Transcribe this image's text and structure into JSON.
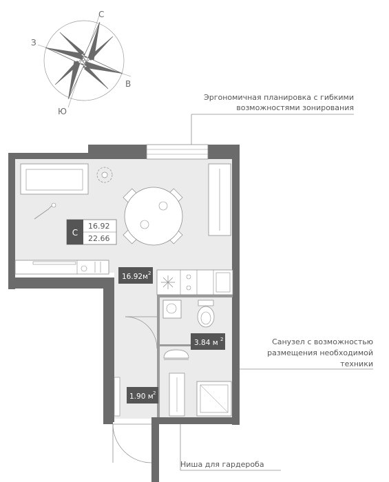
{
  "compass": {
    "north": "С",
    "west": "З",
    "east": "В",
    "south": "Ю"
  },
  "annotations": {
    "layout": [
      "Эргономичная планировка с гибкими",
      "возможностями зонирования"
    ],
    "bathroom": [
      "Санузел с возможностью",
      "размещения необходимой",
      "техники"
    ],
    "niche": "Ниша для гардероба"
  },
  "rooms": {
    "main": {
      "area_value": "16.92м",
      "sup": "2"
    },
    "bathroom": {
      "area_value": "3.84 м",
      "sup": "2"
    },
    "hall": {
      "area_value": "1.90 м",
      "sup": "2"
    }
  },
  "legend": {
    "code": "С",
    "living_area": "16.92",
    "total_area": "22.66"
  },
  "colors": {
    "wall": "#6b6b6b",
    "floor": "#ecebeb",
    "line": "#8c8c8c",
    "label_bg": "#555555"
  }
}
